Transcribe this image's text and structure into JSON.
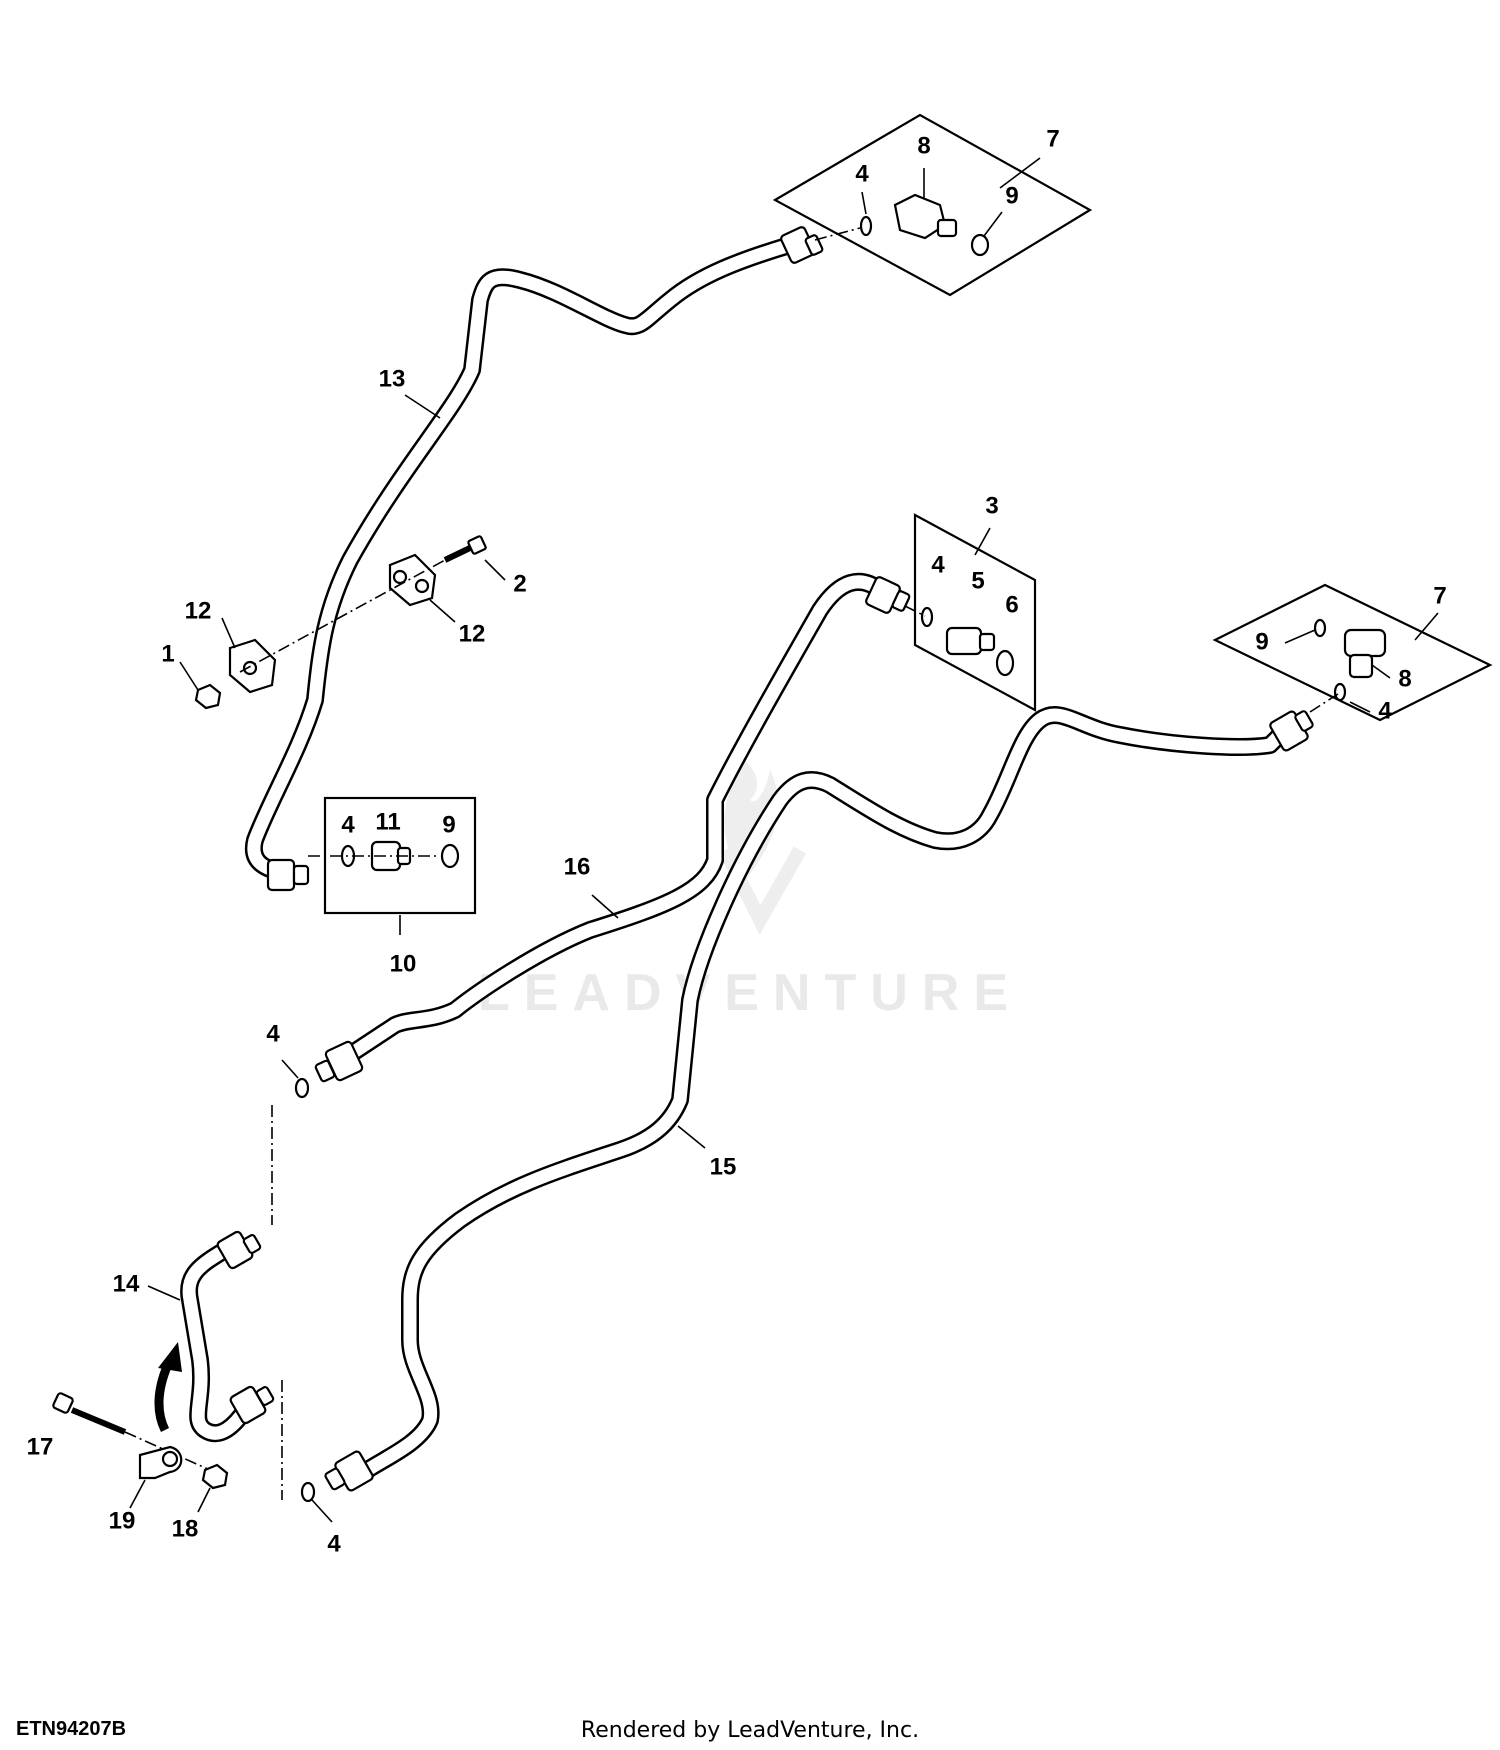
{
  "figure": {
    "id": "ETN94207B",
    "credit": "Rendered by LeadVenture, Inc.",
    "watermark": "LEADVENTURE"
  },
  "callouts": [
    {
      "label": "7"
    },
    {
      "label": "8"
    },
    {
      "label": "4"
    },
    {
      "label": "9"
    },
    {
      "label": "13"
    },
    {
      "label": "2"
    },
    {
      "label": "12"
    },
    {
      "label": "12"
    },
    {
      "label": "1"
    },
    {
      "label": "3"
    },
    {
      "label": "4"
    },
    {
      "label": "5"
    },
    {
      "label": "6"
    },
    {
      "label": "7"
    },
    {
      "label": "9"
    },
    {
      "label": "8"
    },
    {
      "label": "4"
    },
    {
      "label": "4"
    },
    {
      "label": "11"
    },
    {
      "label": "9"
    },
    {
      "label": "10"
    },
    {
      "label": "16"
    },
    {
      "label": "4"
    },
    {
      "label": "15"
    },
    {
      "label": "14"
    },
    {
      "label": "17"
    },
    {
      "label": "19"
    },
    {
      "label": "18"
    },
    {
      "label": "4"
    }
  ]
}
